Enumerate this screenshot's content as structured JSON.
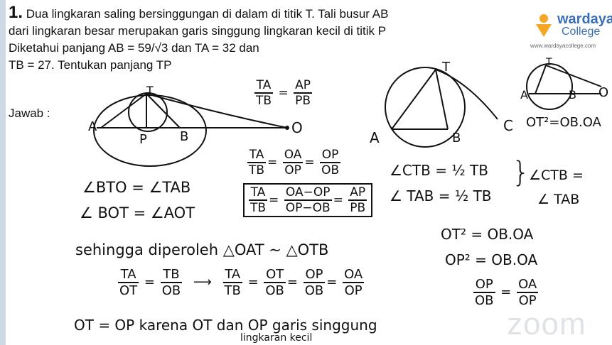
{
  "problem": {
    "number": "1.",
    "line1": "Dua lingkaran saling bersinggungan di dalam di titik T. Tali busur AB",
    "line2": "dari lingkaran besar merupakan garis singgung lingkaran kecil di titik P",
    "line3": "Diketahui panjang AB = 59/√3 dan TA = 32 dan",
    "line4": "TB = 27. Tentukan panjang TP"
  },
  "jawab": "Jawab :",
  "logo": {
    "brand1": "wardaya",
    "brand2": "College",
    "url": "www.wardayacollege.com"
  },
  "figure_labels": {
    "A": "A",
    "P": "P",
    "B": "B",
    "T": "T",
    "O": "O",
    "A2": "A",
    "B2": "B",
    "T2": "T",
    "C": "C",
    "A3": "A",
    "B3": "B",
    "O3": "O",
    "T3": "T"
  },
  "notes": {
    "ratio_ta_tb": [
      "TA",
      "TB"
    ],
    "ratio_ap_pb": [
      "AP",
      "PB"
    ],
    "ot2_top": "OT²=OB.OA",
    "fr1": [
      "TA",
      "TB",
      "OA",
      "OP",
      "OP",
      "OB"
    ],
    "angle1": "∠BTO = ∠TAB",
    "angle2": "∠ BOT = ∠AOT",
    "boxed": [
      "TA",
      "TB",
      "OA−OP",
      "OP−OB",
      "AP",
      "PB"
    ],
    "ctb1": "∠CTB = ½ TB",
    "tab1": "∠ TAB = ½ TB",
    "ctb_eq_1": "∠CTB =",
    "ctb_eq_2": "∠ TAB",
    "sehingga": "sehingga diperoleh △OAT ~ △OTB",
    "ot2": "OT² = OB.OA",
    "op2": "OP² = OB.OA",
    "fr_ta_ot": [
      "TA",
      "OT"
    ],
    "fr_tb_ob": [
      "TB",
      "OB"
    ],
    "fr_chain": [
      "TA",
      "TB",
      "OT",
      "OB",
      "OP",
      "OB",
      "OA",
      "OP"
    ],
    "fr_final": [
      "OP",
      "OB",
      "OA",
      "OP"
    ],
    "ot_op": "OT = OP karena OT dan OP garis singgung",
    "lingkaran": "lingkaran kecil"
  },
  "watermark": "zoom"
}
